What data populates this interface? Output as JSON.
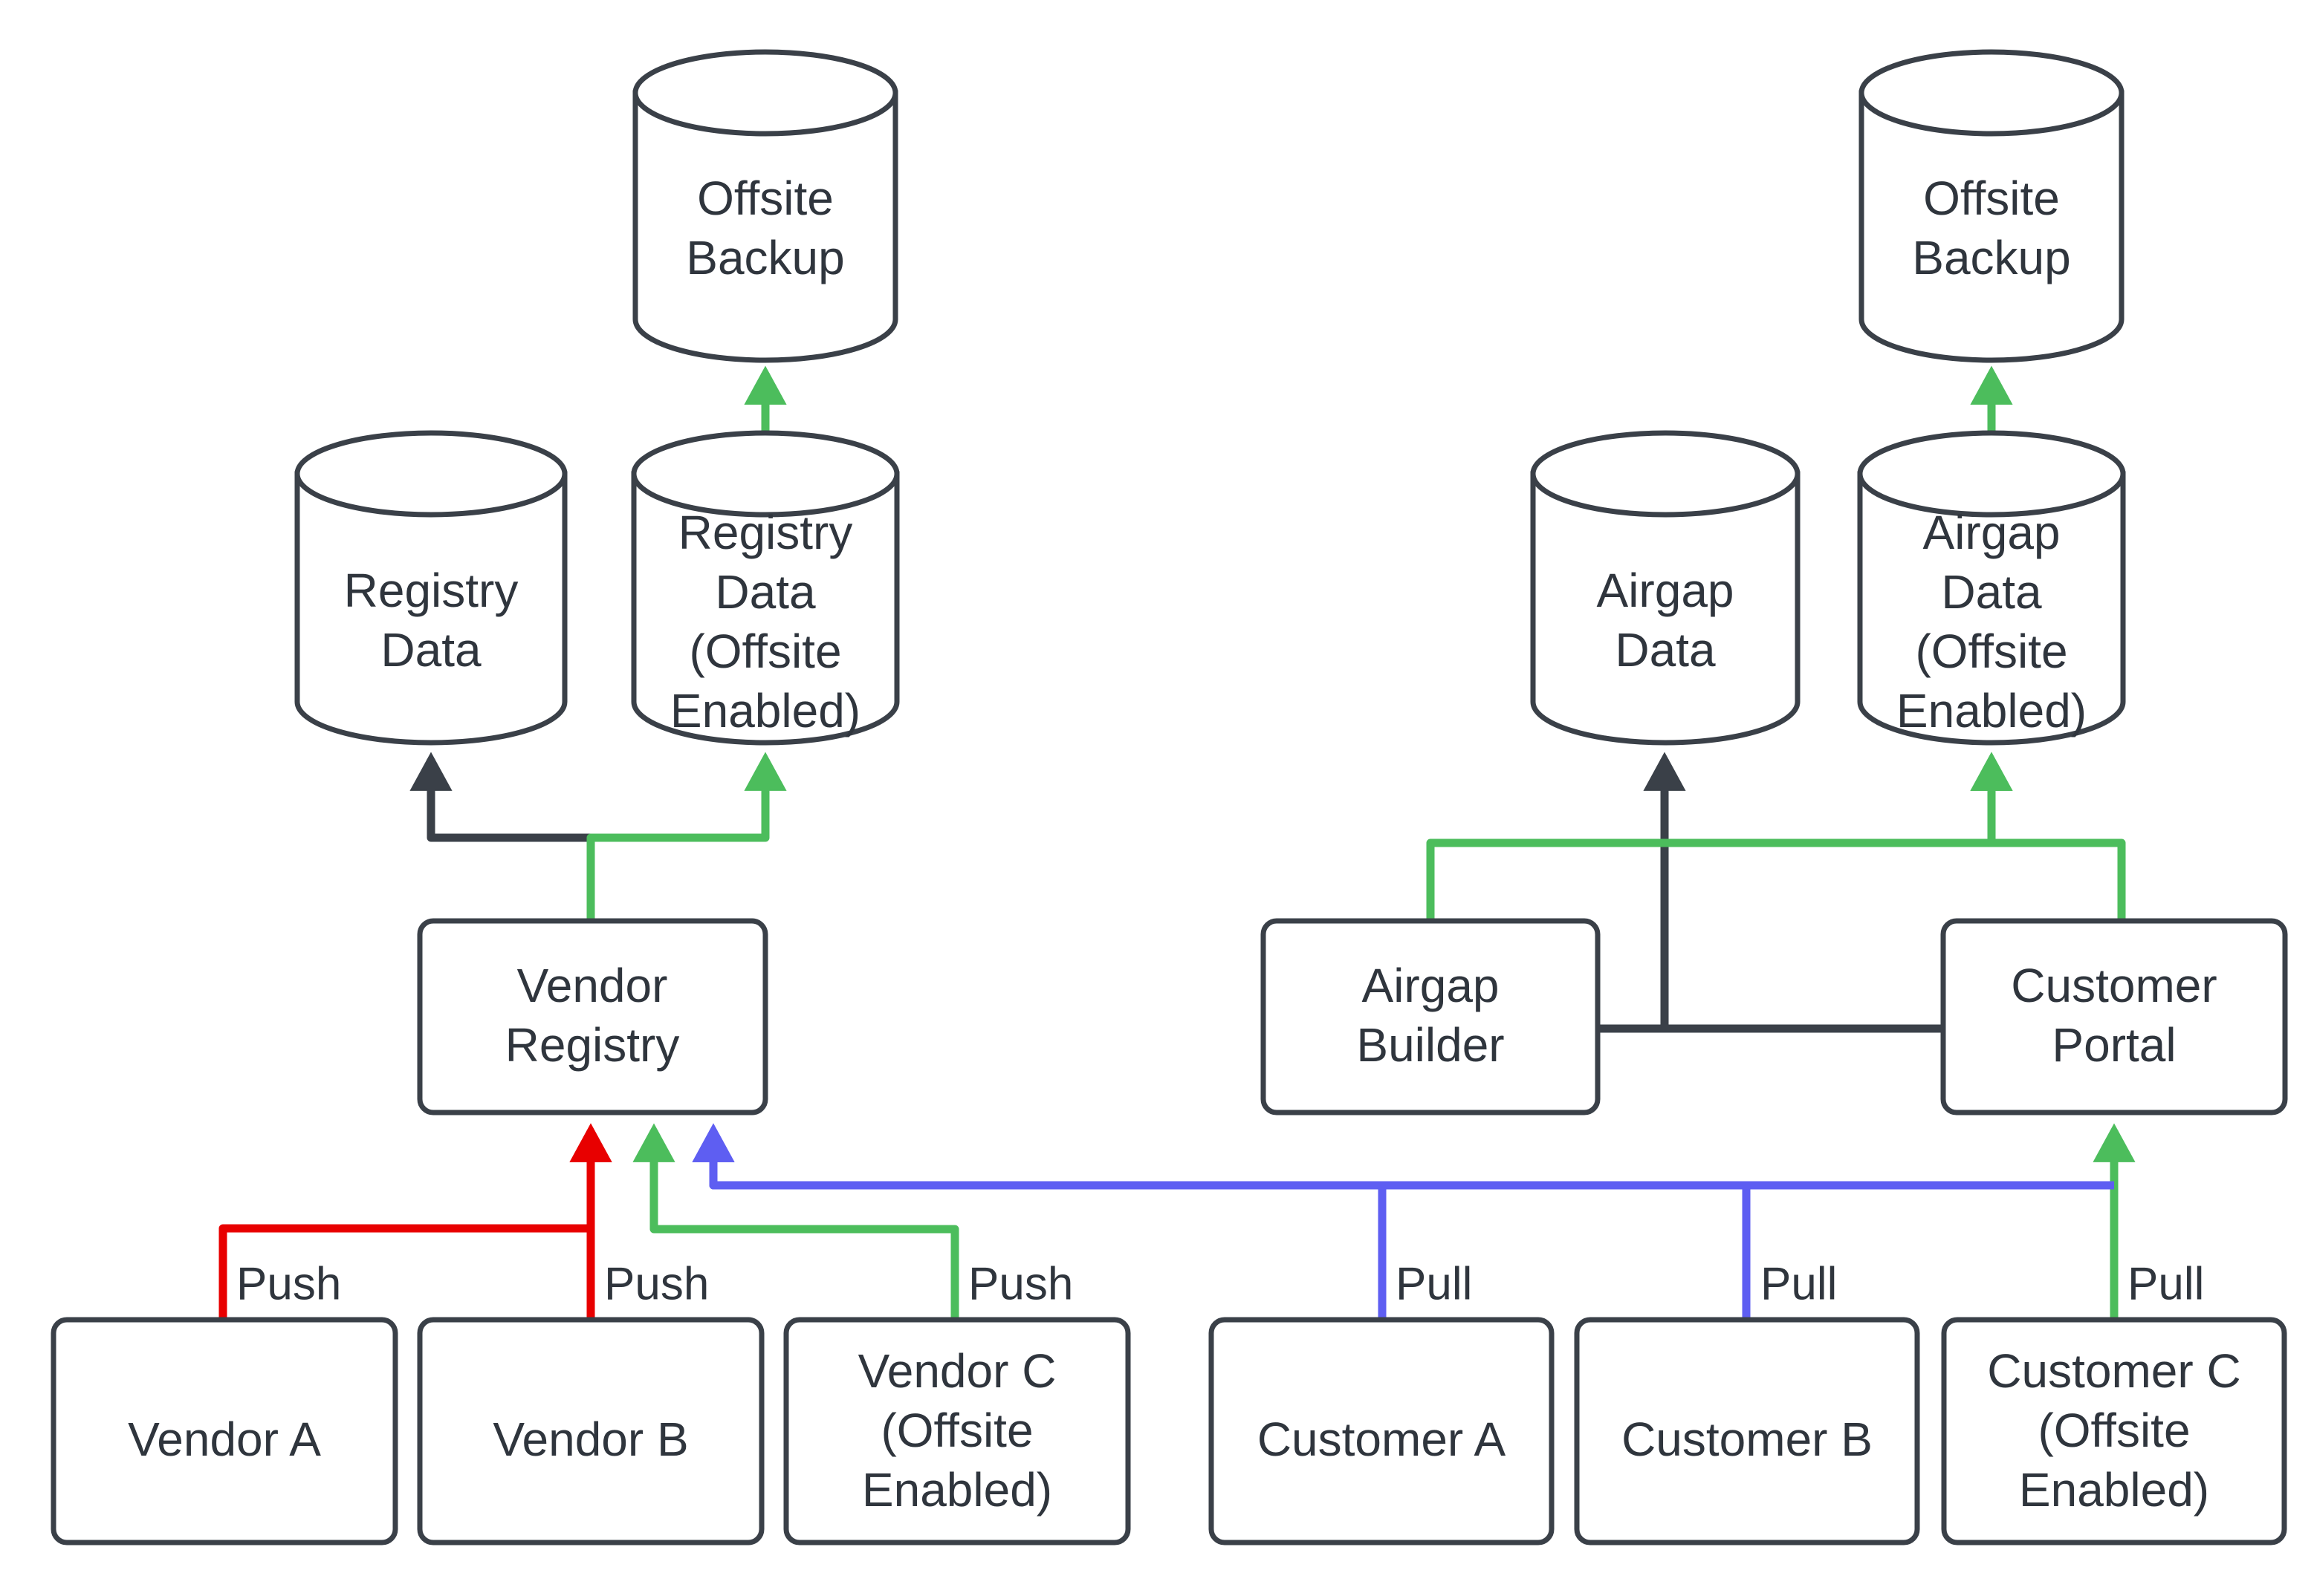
{
  "diagram": {
    "type": "flowchart",
    "title": "",
    "background": "#ffffff",
    "colors": {
      "node_stroke": "#3a4048",
      "node_fill": "#ffffff",
      "text": "#2f353d",
      "link_default": "#3a4048",
      "link_green": "#4cbd5c",
      "link_red": "#e80000",
      "link_blue": "#5e5ef2"
    },
    "nodes": {
      "offsite_backup_left": {
        "label_line1": "Offsite",
        "label_line2": "Backup",
        "shape": "cylinder"
      },
      "registry_data": {
        "label_line1": "Registry",
        "label_line2": "Data",
        "shape": "cylinder"
      },
      "registry_data_offsite": {
        "label_line1": "Registry",
        "label_line2": "Data",
        "label_line3": "(Offsite",
        "label_line4": "Enabled)",
        "shape": "cylinder"
      },
      "vendor_registry": {
        "label_line1": "Vendor",
        "label_line2": "Registry",
        "shape": "box"
      },
      "vendor_a": {
        "label_line1": "Vendor A",
        "shape": "box"
      },
      "vendor_b": {
        "label_line1": "Vendor B",
        "shape": "box"
      },
      "vendor_c": {
        "label_line1": "Vendor C",
        "label_line2": "(Offsite",
        "label_line3": "Enabled)",
        "shape": "box"
      },
      "offsite_backup_right": {
        "label_line1": "Offsite",
        "label_line2": "Backup",
        "shape": "cylinder"
      },
      "airgap_data": {
        "label_line1": "Airgap",
        "label_line2": "Data",
        "shape": "cylinder"
      },
      "airgap_data_offsite": {
        "label_line1": "Airgap",
        "label_line2": "Data",
        "label_line3": "(Offsite",
        "label_line4": "Enabled)",
        "shape": "cylinder"
      },
      "airgap_builder": {
        "label_line1": "Airgap",
        "label_line2": "Builder",
        "shape": "box"
      },
      "customer_portal": {
        "label_line1": "Customer",
        "label_line2": "Portal",
        "shape": "box"
      },
      "customer_a": {
        "label_line1": "Customer A",
        "shape": "box"
      },
      "customer_b": {
        "label_line1": "Customer B",
        "shape": "box"
      },
      "customer_c": {
        "label_line1": "Customer C",
        "label_line2": "(Offsite",
        "label_line3": "Enabled)",
        "shape": "box"
      }
    },
    "edge_labels": {
      "vendor_a_push": "Push",
      "vendor_b_push": "Push",
      "vendor_c_push": "Push",
      "customer_a_pull": "Pull",
      "customer_b_pull": "Pull",
      "customer_c_pull": "Pull"
    },
    "edges": [
      {
        "from": "registry_data_offsite",
        "to": "offsite_backup_left",
        "color": "#4cbd5c",
        "label": ""
      },
      {
        "from": "vendor_registry",
        "to": "registry_data",
        "color": "#3a4048",
        "label": ""
      },
      {
        "from": "vendor_registry",
        "to": "registry_data_offsite",
        "color": "#4cbd5c",
        "label": ""
      },
      {
        "from": "vendor_a",
        "to": "vendor_registry",
        "color": "#e80000",
        "label": "Push"
      },
      {
        "from": "vendor_b",
        "to": "vendor_registry",
        "color": "#e80000",
        "label": "Push"
      },
      {
        "from": "vendor_c",
        "to": "vendor_registry",
        "color": "#4cbd5c",
        "label": "Push"
      },
      {
        "from": "airgap_data_offsite",
        "to": "offsite_backup_right",
        "color": "#4cbd5c",
        "label": ""
      },
      {
        "from": "customer_portal",
        "to": "airgap_data",
        "color": "#3a4048",
        "label": ""
      },
      {
        "from": "airgap_builder",
        "to": "airgap_data_offsite",
        "color": "#4cbd5c",
        "label": ""
      },
      {
        "from": "customer_portal",
        "to": "airgap_data_offsite",
        "color": "#4cbd5c",
        "label": ""
      },
      {
        "from": "customer_a",
        "to": "vendor_registry",
        "color": "#5e5ef2",
        "label": "Pull"
      },
      {
        "from": "customer_b",
        "to": "vendor_registry",
        "color": "#5e5ef2",
        "label": "Pull"
      },
      {
        "from": "customer_c",
        "to": "customer_portal",
        "color": "#4cbd5c",
        "label": "Pull"
      }
    ]
  }
}
